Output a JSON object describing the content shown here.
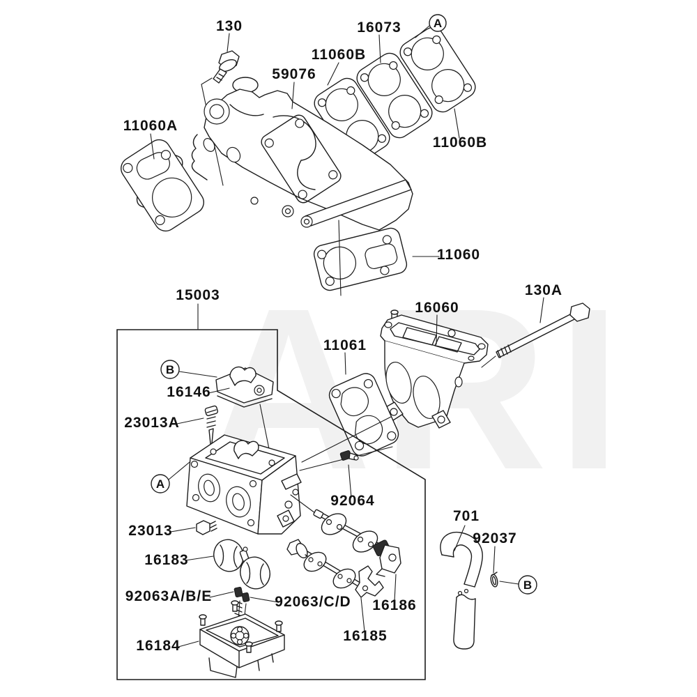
{
  "watermark": {
    "text": "ARI",
    "color": "#f1f1f1"
  },
  "style": {
    "background": "#ffffff",
    "line_color": "#1c1c1c",
    "label_color": "#111111"
  },
  "callouts": {
    "a_top": "A",
    "b_carb_cover": "B",
    "a_carburetor": "A",
    "b_clamp": "B"
  },
  "labels": {
    "l130": "130",
    "l16073": "16073",
    "l11060b_top": "11060B",
    "l59076": "59076",
    "l11060a": "11060A",
    "l11060b_right": "11060B",
    "l11060": "11060",
    "l15003": "15003",
    "l16060": "16060",
    "l130a": "130A",
    "l11061": "11061",
    "l16146": "16146",
    "l23013a": "23013A",
    "l92064": "92064",
    "l23013": "23013",
    "l701": "701",
    "l92037": "92037",
    "l16183": "16183",
    "l92063abe": "92063A/B/E",
    "l92063cd": "92063/C/D",
    "l16186": "16186",
    "l16185": "16185",
    "l16184": "16184"
  }
}
